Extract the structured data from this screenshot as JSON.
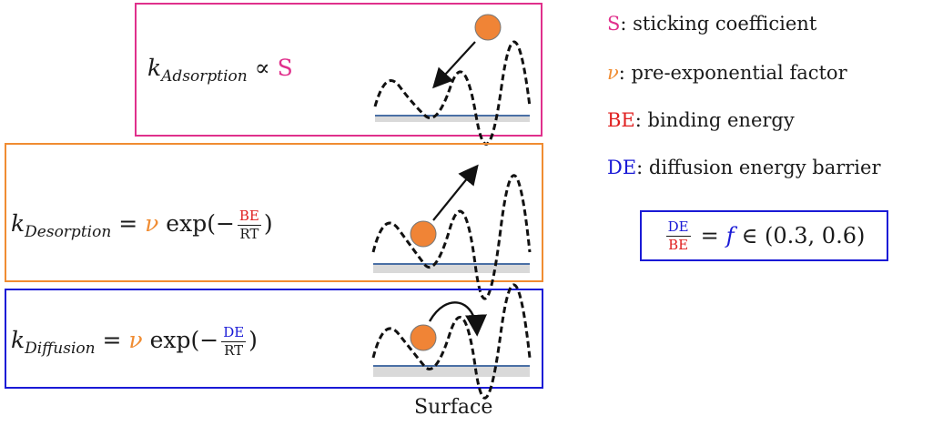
{
  "processes": {
    "adsorption": {
      "k_symbol": "k",
      "subscript": "Adsorption",
      "relation": "∝",
      "rhs": "S",
      "color": "#e0308c"
    },
    "desorption": {
      "k_symbol": "k",
      "subscript": "Desorption",
      "equals": "=",
      "nu": "ν",
      "func": "exp",
      "open": "(−",
      "num": "BE",
      "den": "RT",
      "close": ")",
      "color": "#f08c32"
    },
    "diffusion": {
      "k_symbol": "k",
      "subscript": "Diffusion",
      "equals": "=",
      "nu": "ν",
      "func": "exp",
      "open": "(−",
      "num": "DE",
      "den": "RT",
      "close": ")",
      "color": "#1a1ad6"
    }
  },
  "legend": [
    {
      "key": "S",
      "text": ": sticking coefficient",
      "color": "#e0308c"
    },
    {
      "key": "ν",
      "text": ": pre-exponential factor",
      "color": "#f08c32"
    },
    {
      "key": "BE",
      "text": ": binding energy",
      "color": "#e02020"
    },
    {
      "key": "DE",
      "text": ": diffusion energy barrier",
      "color": "#1a1ad6"
    }
  ],
  "ratio": {
    "num": "DE",
    "den": "BE",
    "equals": "=",
    "f": "f",
    "rest": "∈ (0.3, 0.6)"
  },
  "surface_label": "Surface",
  "colors": {
    "particle": "#f08436",
    "surface_line": "#4a6fa5",
    "surface_fill": "#d9d9d9"
  }
}
